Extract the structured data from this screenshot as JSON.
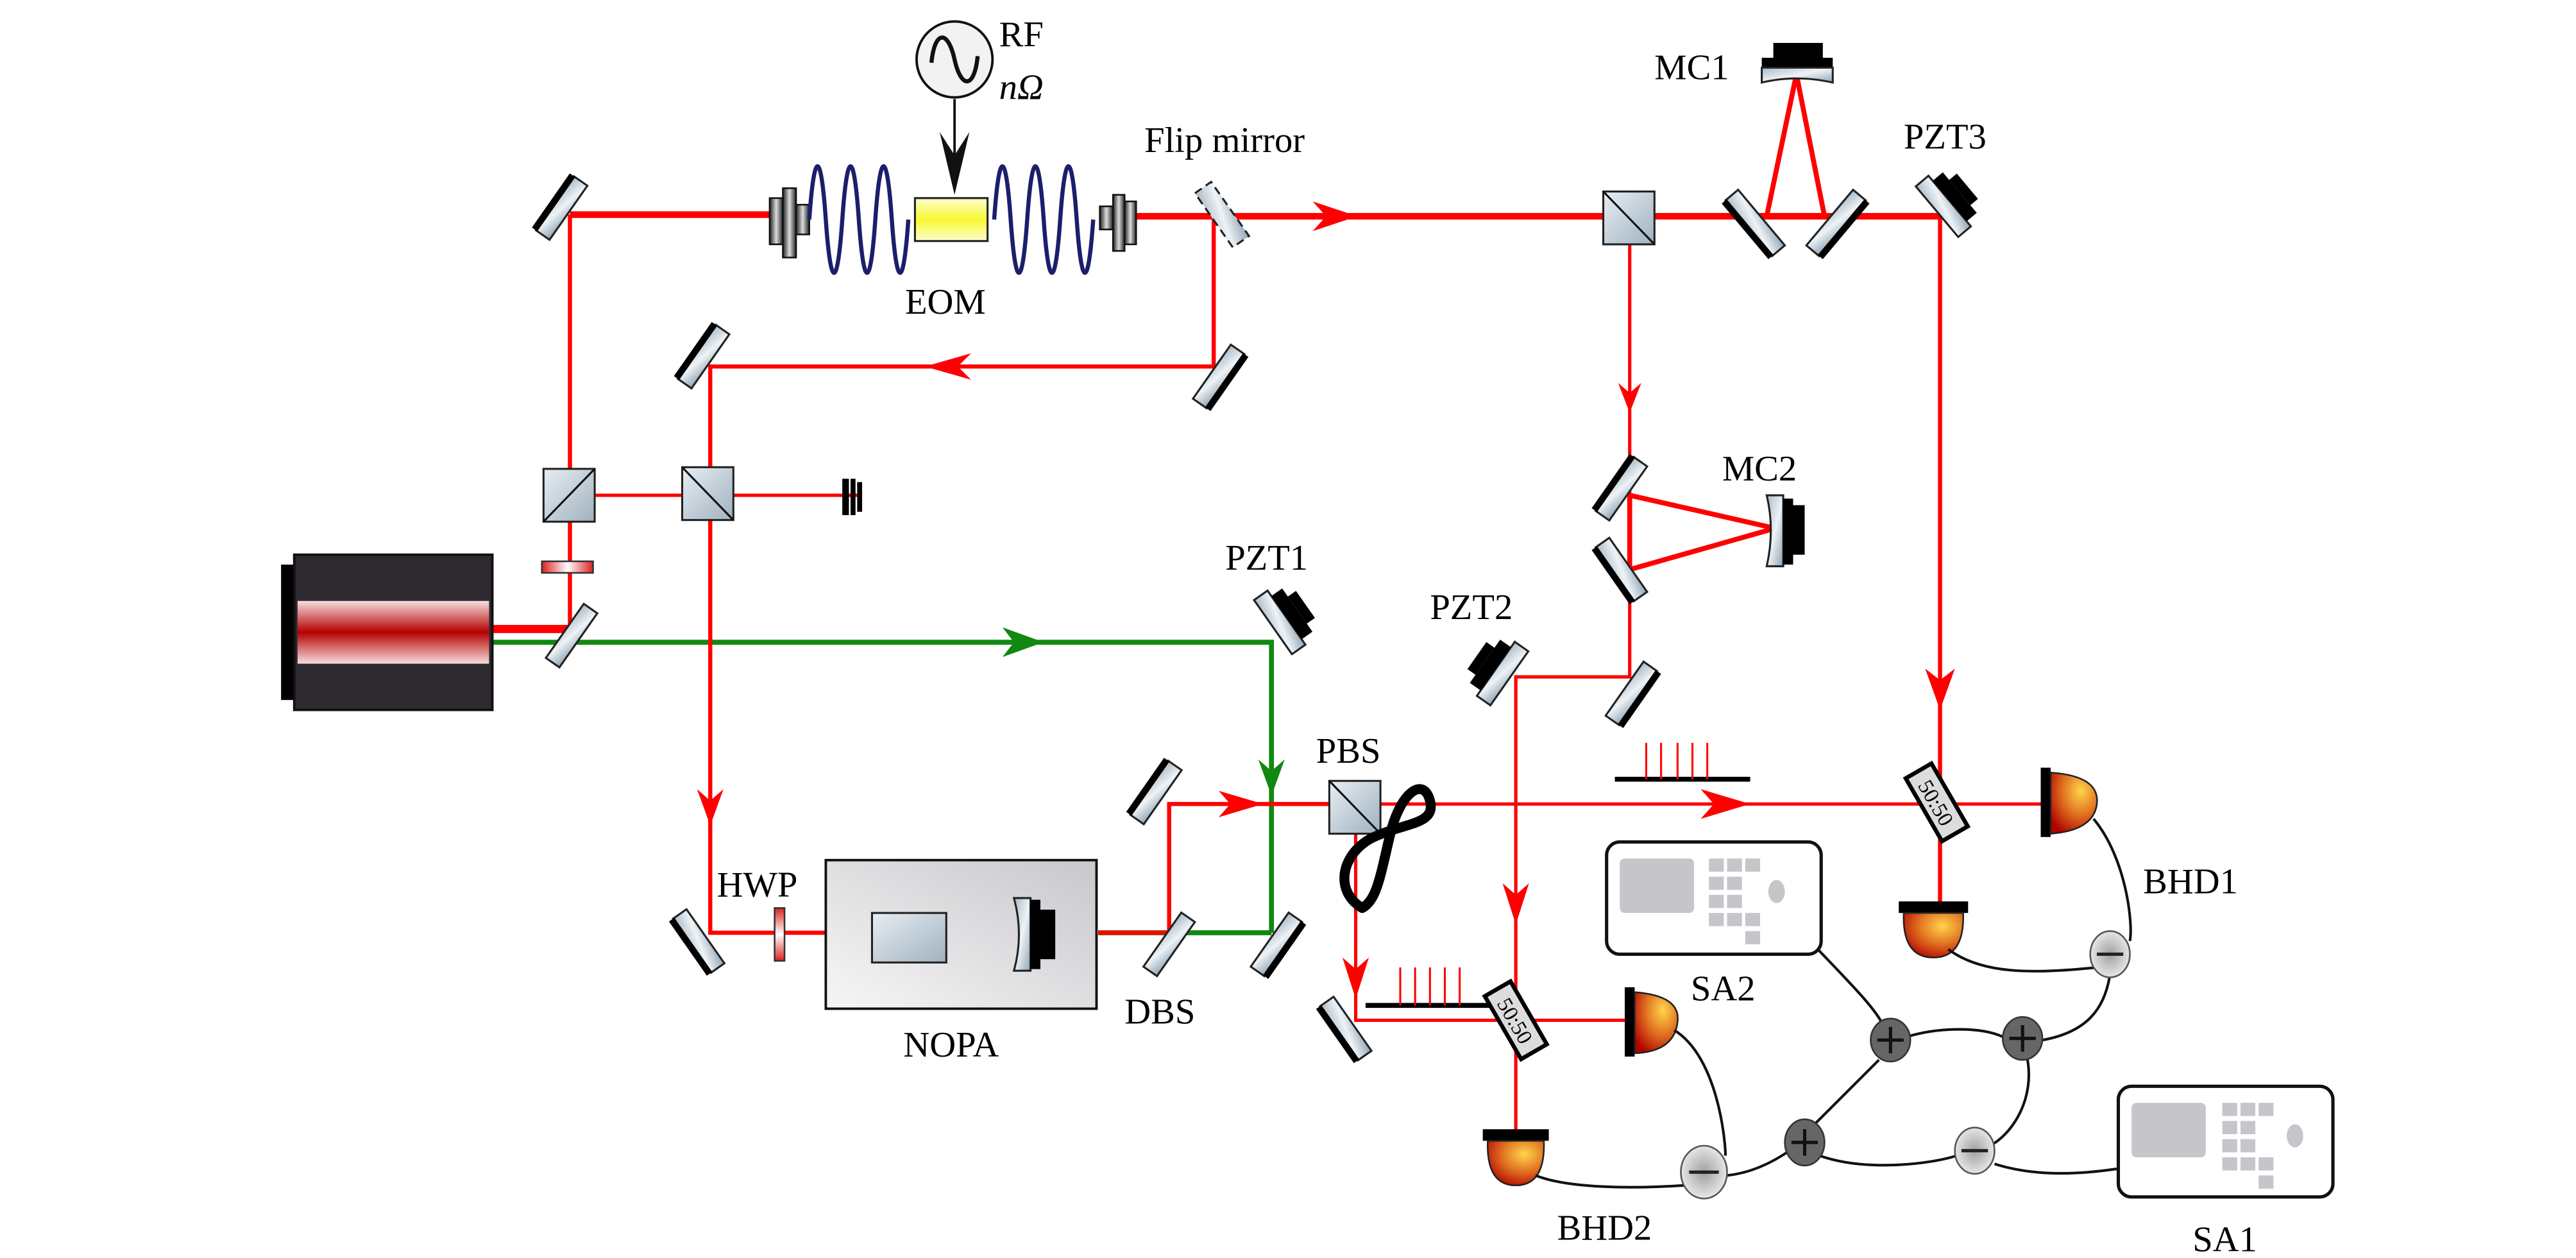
{
  "title": "Optical experimental setup schematic",
  "colors": {
    "red_beam": "#ff0000",
    "green_beam": "#118811",
    "laser_body": "#2e2a30",
    "detector_orange": "#e07820",
    "spring_coil": "#1b1f6b",
    "eom_crystal": "#f8f860",
    "sum_node": "#666666",
    "diff_node": "#d8d8d8"
  },
  "labels": {
    "rf": "RF",
    "rf_freq": "nΩ",
    "eom": "EOM",
    "flip_mirror": "Flip mirror",
    "mc1": "MC1",
    "pzt3": "PZT3",
    "mc2": "MC2",
    "pzt1": "PZT1",
    "pzt2": "PZT2",
    "pbs": "PBS",
    "hwp": "HWP",
    "nopa": "NOPA",
    "dbs": "DBS",
    "bhd1": "BHD1",
    "bhd2": "BHD2",
    "sa1": "SA1",
    "sa2": "SA2",
    "bs1": "50:50",
    "bs2": "50:50"
  },
  "icons": {
    "rf_source": "sine-wave-icon",
    "sum_node": "plus-icon",
    "diff_node": "minus-icon"
  }
}
